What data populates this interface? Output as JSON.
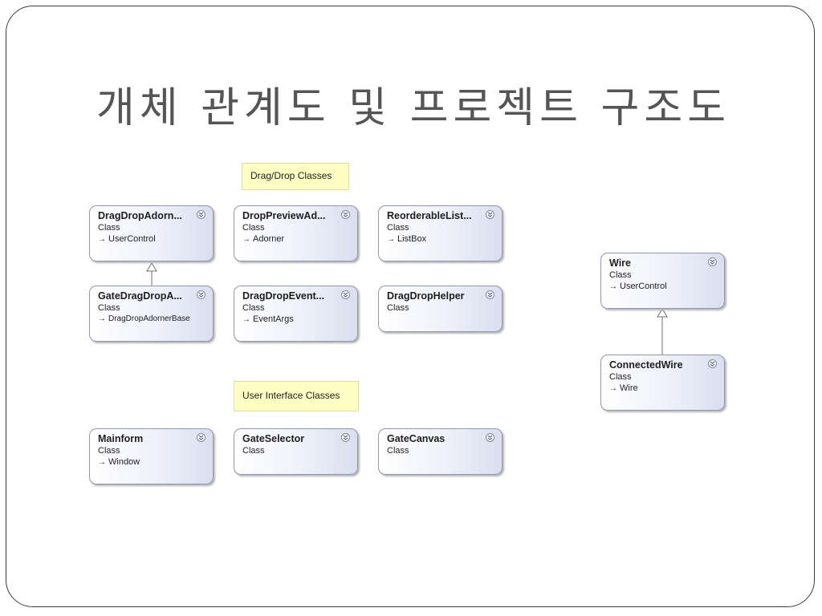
{
  "slide": {
    "title": "개체 관계도 및 프로젝트 구조도"
  },
  "notes": {
    "dragdrop": "Drag/Drop Classes",
    "ui": "User Interface Classes"
  },
  "arrow_glyph": "→",
  "classes": {
    "dragdropadorner": {
      "name": "DragDropAdorn...",
      "kind": "Class",
      "base": "UserControl"
    },
    "droppreviewad": {
      "name": "DropPreviewAd...",
      "kind": "Class",
      "base": "Adorner"
    },
    "reorderablelist": {
      "name": "ReorderableList...",
      "kind": "Class",
      "base": "ListBox"
    },
    "gatedragdropa": {
      "name": "GateDragDropA...",
      "kind": "Class",
      "base": "DragDropAdornerBase"
    },
    "dragdropevent": {
      "name": "DragDropEvent...",
      "kind": "Class",
      "base": "EventArgs"
    },
    "dragdrophelper": {
      "name": "DragDropHelper",
      "kind": "Class"
    },
    "mainform": {
      "name": "Mainform",
      "kind": "Class",
      "base": "Window"
    },
    "gateselector": {
      "name": "GateSelector",
      "kind": "Class"
    },
    "gatecanvas": {
      "name": "GateCanvas",
      "kind": "Class"
    },
    "wire": {
      "name": "Wire",
      "kind": "Class",
      "base": "UserControl"
    },
    "connectedwire": {
      "name": "ConnectedWire",
      "kind": "Class",
      "base": "Wire"
    }
  }
}
